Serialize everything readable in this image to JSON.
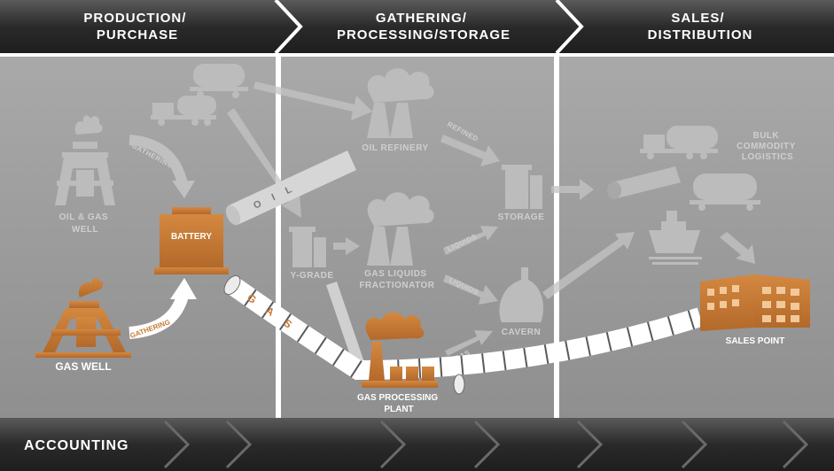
{
  "header": {
    "stage1": [
      "PRODUCTION/",
      "PURCHASE"
    ],
    "stage2": [
      "GATHERING/",
      "PROCESSING/STORAGE"
    ],
    "stage3": [
      "SALES/",
      "DISTRIBUTION"
    ]
  },
  "footer": {
    "label": "ACCOUNTING"
  },
  "labels": {
    "oil_gas_well": [
      "OIL & GAS",
      "WELL"
    ],
    "gas_well": "GAS WELL",
    "battery": "BATTERY",
    "gathering_top": "GATHERING",
    "gathering_bottom": "GATHERING",
    "oil_pipe": "OIL",
    "gas_pipe": "GAS",
    "oil_refinery": "OIL REFINERY",
    "refined": "REFINED",
    "storage": "STORAGE",
    "y_grade": "Y-GRADE",
    "liquids1": "LIQUIDS",
    "liquids2": "LIQUIDS",
    "gas_small": "GAS",
    "gas_liquids": [
      "GAS LIQUIDS",
      "FRACTIONATOR"
    ],
    "cavern": "CAVERN",
    "gas_plant": [
      "GAS PROCESSING",
      "PLANT"
    ],
    "bulk": [
      "BULK",
      "COMMODITY",
      "LOGISTICS"
    ],
    "sales_point": "SALES POINT"
  },
  "colors": {
    "orange": "#c67a35",
    "ghost": "#cfcfcf",
    "panel": "#a5a5a5",
    "banner": "#333333"
  }
}
